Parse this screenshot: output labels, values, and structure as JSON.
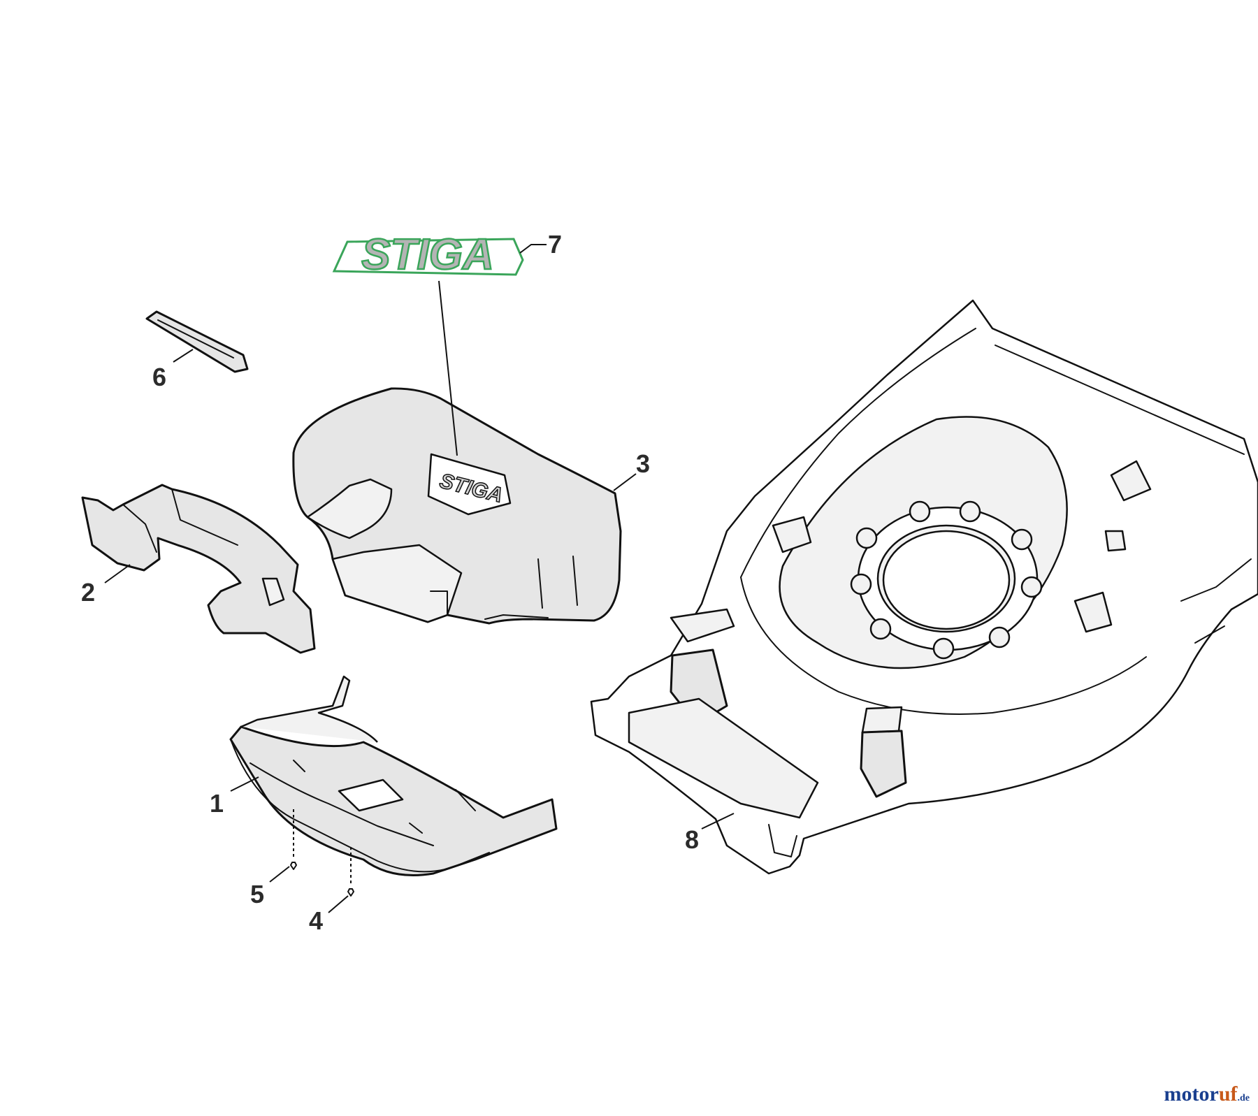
{
  "logo": {
    "text": "STIGA",
    "color_fill": "#b4b4b4",
    "color_outline": "#3aa55a"
  },
  "callouts": [
    "1",
    "2",
    "3",
    "4",
    "5",
    "6",
    "7",
    "8"
  ],
  "watermark": {
    "part_a": "motor",
    "part_b": "uf",
    "tld": ".de"
  },
  "colors": {
    "part_fill": "#e6e6e6",
    "line": "#111111"
  }
}
